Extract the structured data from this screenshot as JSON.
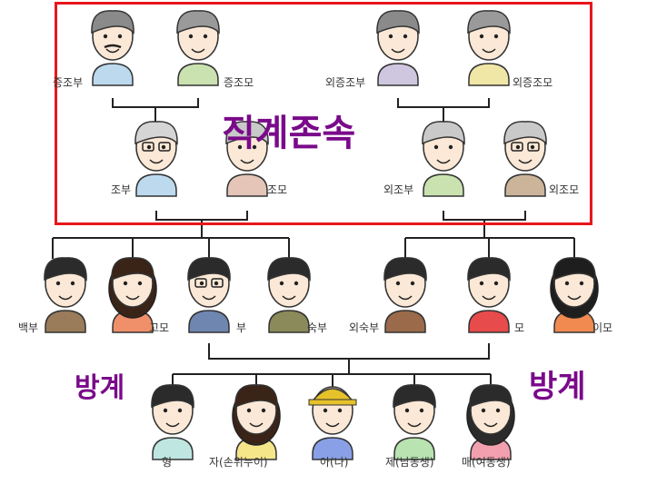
{
  "overlay": {
    "direct_ancestors": "직계존속",
    "collateral_left": "방계",
    "collateral_right": "방계",
    "box_color": "#e8161c",
    "title_color": "#7a0a8a"
  },
  "people": [
    {
      "key": "great_grandfather",
      "label": "증조부"
    },
    {
      "key": "great_grandmother",
      "label": "증조모"
    },
    {
      "key": "maternal_great_grandfather",
      "label": "외증조부"
    },
    {
      "key": "maternal_great_grandmother",
      "label": "외증조모"
    },
    {
      "key": "grandfather",
      "label": "조부"
    },
    {
      "key": "grandmother",
      "label": "조모"
    },
    {
      "key": "maternal_grandfather",
      "label": "외조부"
    },
    {
      "key": "maternal_grandmother",
      "label": "외조모"
    },
    {
      "key": "eldest_uncle",
      "label": "백부"
    },
    {
      "key": "aunt_paternal",
      "label": "고모"
    },
    {
      "key": "father",
      "label": "부"
    },
    {
      "key": "younger_uncle",
      "label": "숙부"
    },
    {
      "key": "maternal_uncle",
      "label": "외숙부"
    },
    {
      "key": "mother",
      "label": "모"
    },
    {
      "key": "maternal_aunt",
      "label": "이모"
    },
    {
      "key": "older_brother",
      "label": "형"
    },
    {
      "key": "elder_sibling",
      "label": "자(손위누이)"
    },
    {
      "key": "self",
      "label": "아(나)"
    },
    {
      "key": "younger_brother",
      "label": "제(남동생)"
    },
    {
      "key": "younger_sister",
      "label": "매(여동생)"
    }
  ]
}
